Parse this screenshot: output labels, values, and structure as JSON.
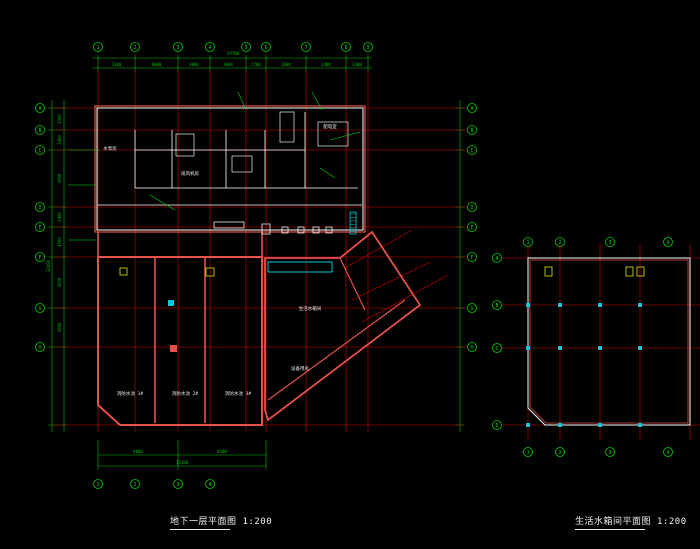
{
  "drawing": {
    "main_plan": {
      "title": "地下一层平面图",
      "scale": "1:200"
    },
    "side_plan": {
      "title": "生活水箱间平面图",
      "scale": "1:200"
    }
  },
  "axis_labels": {
    "main_top": [
      "1",
      "2",
      "3",
      "4",
      "5",
      "6",
      "7",
      "8",
      "9"
    ],
    "main_left": [
      "A",
      "B",
      "C",
      "D",
      "E",
      "F",
      "G",
      "H"
    ],
    "side_top": [
      "1",
      "2",
      "3",
      "4"
    ],
    "side_left": [
      "A",
      "B",
      "C",
      "D"
    ]
  },
  "dimensions": {
    "top": [
      "3300",
      "6000",
      "3000",
      "3000",
      "2700",
      "3600",
      "2400",
      "3300"
    ],
    "top_total": "29700",
    "left": [
      "3300",
      "3400",
      "3000",
      "2400",
      "4500",
      "3500",
      "3900"
    ],
    "left_total": "32000",
    "bottom": [
      "4000",
      "8100"
    ],
    "bottom_total": "12100"
  },
  "room_labels": [
    "消防水池 1#",
    "消防水池 2#",
    "消防水池 3#",
    "生活水箱间",
    "设备用房",
    "水泵房",
    "排风机房",
    "配电室"
  ],
  "colors": {
    "axis": "#00d000",
    "dim": "#00c000",
    "grid": "#d00000",
    "wall": "#e8504a",
    "frame": "#ffffff",
    "equip": "#f0f0f0",
    "cyan": "#00c8d8",
    "yellow": "#e8e800",
    "annot": "#00e000"
  }
}
